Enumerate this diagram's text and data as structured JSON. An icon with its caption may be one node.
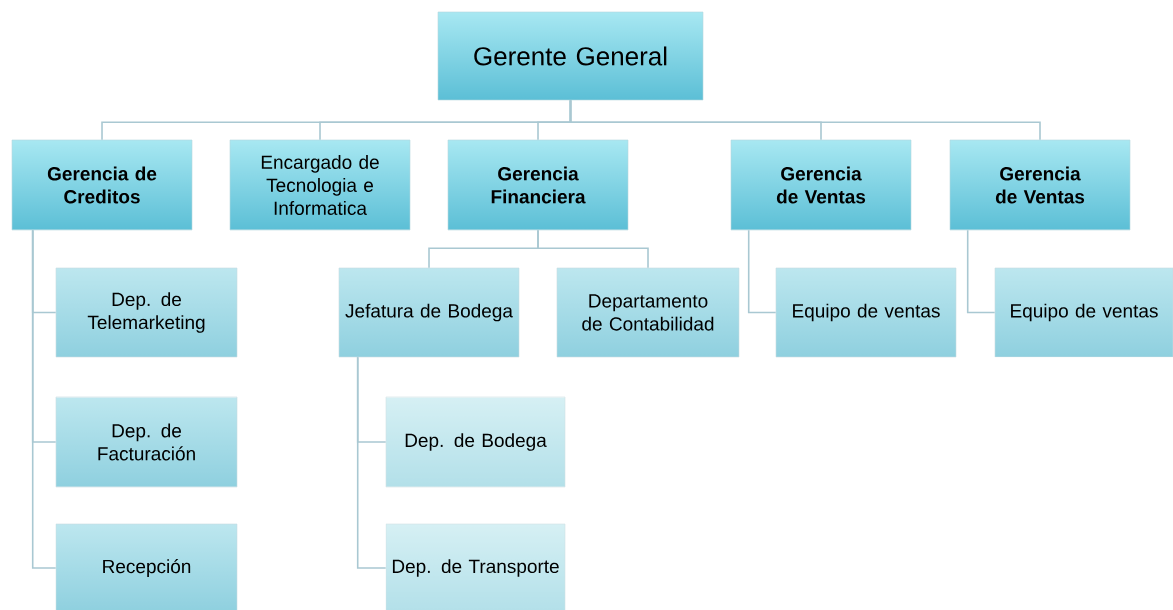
{
  "diagram": {
    "nodes": [
      {
        "text": [
          "Gerente General"
        ]
      },
      {
        "text": [
          "Gerencia de Creditos"
        ]
      },
      {
        "text": [
          "Encargado de Tecnologia e Informatica"
        ]
      },
      {
        "text": [
          "Gerencia Financiera"
        ]
      },
      {
        "text": [
          "Gerencia de Ventas"
        ]
      },
      {
        "text": [
          "Gerencia de Ventas"
        ]
      },
      {
        "text": [
          "Dep. de Telemarketing"
        ]
      },
      {
        "text": [
          "Dep. de Facturación"
        ]
      },
      {
        "text": [
          "Recepción"
        ]
      },
      {
        "text": [
          "Jefatura de Bodega"
        ]
      },
      {
        "text": [
          "Departamento de Contabilidad"
        ]
      },
      {
        "text": [
          "Dep. de Bodega"
        ]
      },
      {
        "text": [
          "Dep. de Transporte"
        ]
      },
      {
        "text": [
          "Equipo de ventas"
        ]
      },
      {
        "text": [
          "Equipo de ventas"
        ]
      }
    ],
    "edges": [
      {
        "from": 0,
        "to": 1,
        "arrow": "none"
      },
      {
        "from": 0,
        "to": 2,
        "arrow": "none"
      },
      {
        "from": 0,
        "to": 3,
        "arrow": "none"
      },
      {
        "from": 0,
        "to": 4,
        "arrow": "none"
      },
      {
        "from": 0,
        "to": 5,
        "arrow": "none"
      },
      {
        "from": 1,
        "to": 6,
        "arrow": "none"
      },
      {
        "from": 1,
        "to": 7,
        "arrow": "none"
      },
      {
        "from": 1,
        "to": 8,
        "arrow": "none"
      },
      {
        "from": 3,
        "to": 9,
        "arrow": "none"
      },
      {
        "from": 3,
        "to": 10,
        "arrow": "none"
      },
      {
        "from": 9,
        "to": 11,
        "arrow": "none"
      },
      {
        "from": 9,
        "to": 12,
        "arrow": "none"
      },
      {
        "from": 4,
        "to": 13,
        "arrow": "none"
      },
      {
        "from": 5,
        "to": 14,
        "arrow": "none"
      }
    ]
  }
}
